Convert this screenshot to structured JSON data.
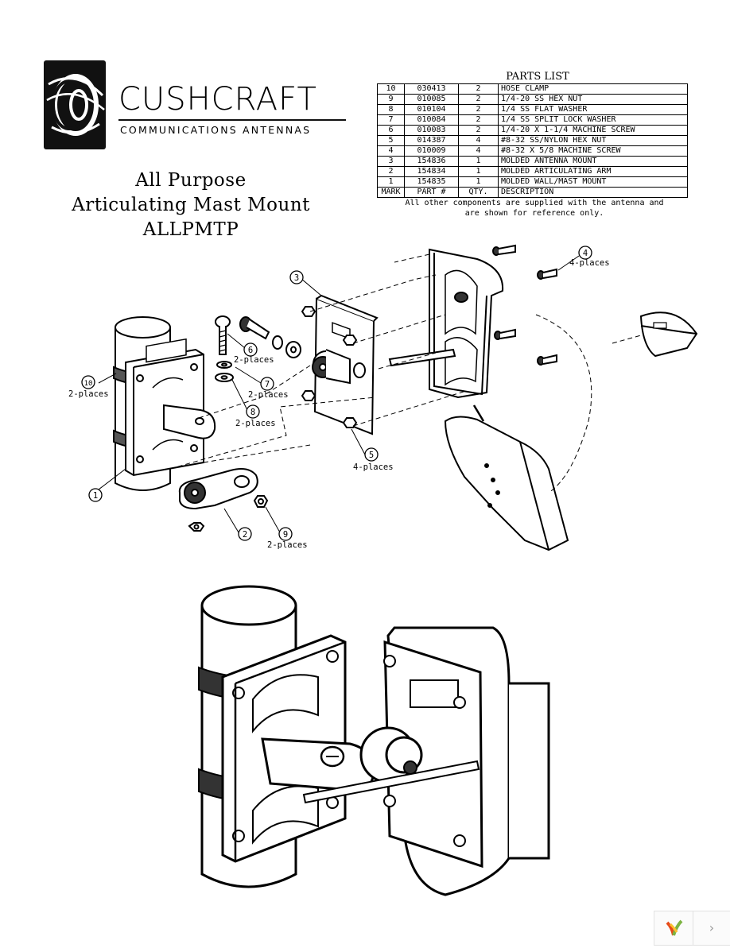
{
  "logo": {
    "brand": "CUSHCRAFT",
    "tagline": "COMMUNICATIONS ANTENNAS"
  },
  "title": {
    "line1": "All Purpose",
    "line2": "Articulating Mast Mount",
    "line3": "ALLPMTP"
  },
  "parts_list": {
    "title": "PARTS LIST",
    "rows": [
      {
        "mark": "10",
        "part": "030413",
        "qty": "2",
        "desc": "HOSE CLAMP"
      },
      {
        "mark": "9",
        "part": "010085",
        "qty": "2",
        "desc": "1/4-20 SS HEX NUT"
      },
      {
        "mark": "8",
        "part": "010104",
        "qty": "2",
        "desc": "1/4 SS FLAT WASHER"
      },
      {
        "mark": "7",
        "part": "010084",
        "qty": "2",
        "desc": "1/4 SS SPLIT LOCK WASHER"
      },
      {
        "mark": "6",
        "part": "010083",
        "qty": "2",
        "desc": "1/4-20 X 1-1/4 MACHINE SCREW"
      },
      {
        "mark": "5",
        "part": "014387",
        "qty": "4",
        "desc": "#8-32 SS/NYLON HEX NUT"
      },
      {
        "mark": "4",
        "part": "010009",
        "qty": "4",
        "desc": "#8-32 X 5/8 MACHINE SCREW"
      },
      {
        "mark": "3",
        "part": "154836",
        "qty": "1",
        "desc": "MOLDED ANTENNA MOUNT"
      },
      {
        "mark": "2",
        "part": "154834",
        "qty": "1",
        "desc": "MOLDED ARTICULATING ARM"
      },
      {
        "mark": "1",
        "part": "154835",
        "qty": "1",
        "desc": "MOLDED WALL/MAST MOUNT"
      }
    ],
    "header": {
      "mark": "MARK",
      "part": "PART #",
      "qty": "QTY.",
      "desc": "DESCRIPTION"
    },
    "note1": "All other components are supplied with the antenna and",
    "note2": "are shown for reference only."
  },
  "callouts": {
    "c1": "1",
    "c2": "2",
    "c3": "3",
    "c4": "4",
    "c4_note": "4-places",
    "c5": "5",
    "c5_note": "4-places",
    "c6": "6",
    "c6_note": "2-places",
    "c7": "7",
    "c7_note": "2-places",
    "c8": "8",
    "c8_note": "2-places",
    "c9": "9",
    "c9_note": "2-places",
    "c10": "10",
    "c10_note": "2-places"
  },
  "nav": {
    "next_icon": "chevron-right-icon",
    "next_glyph": "›"
  }
}
